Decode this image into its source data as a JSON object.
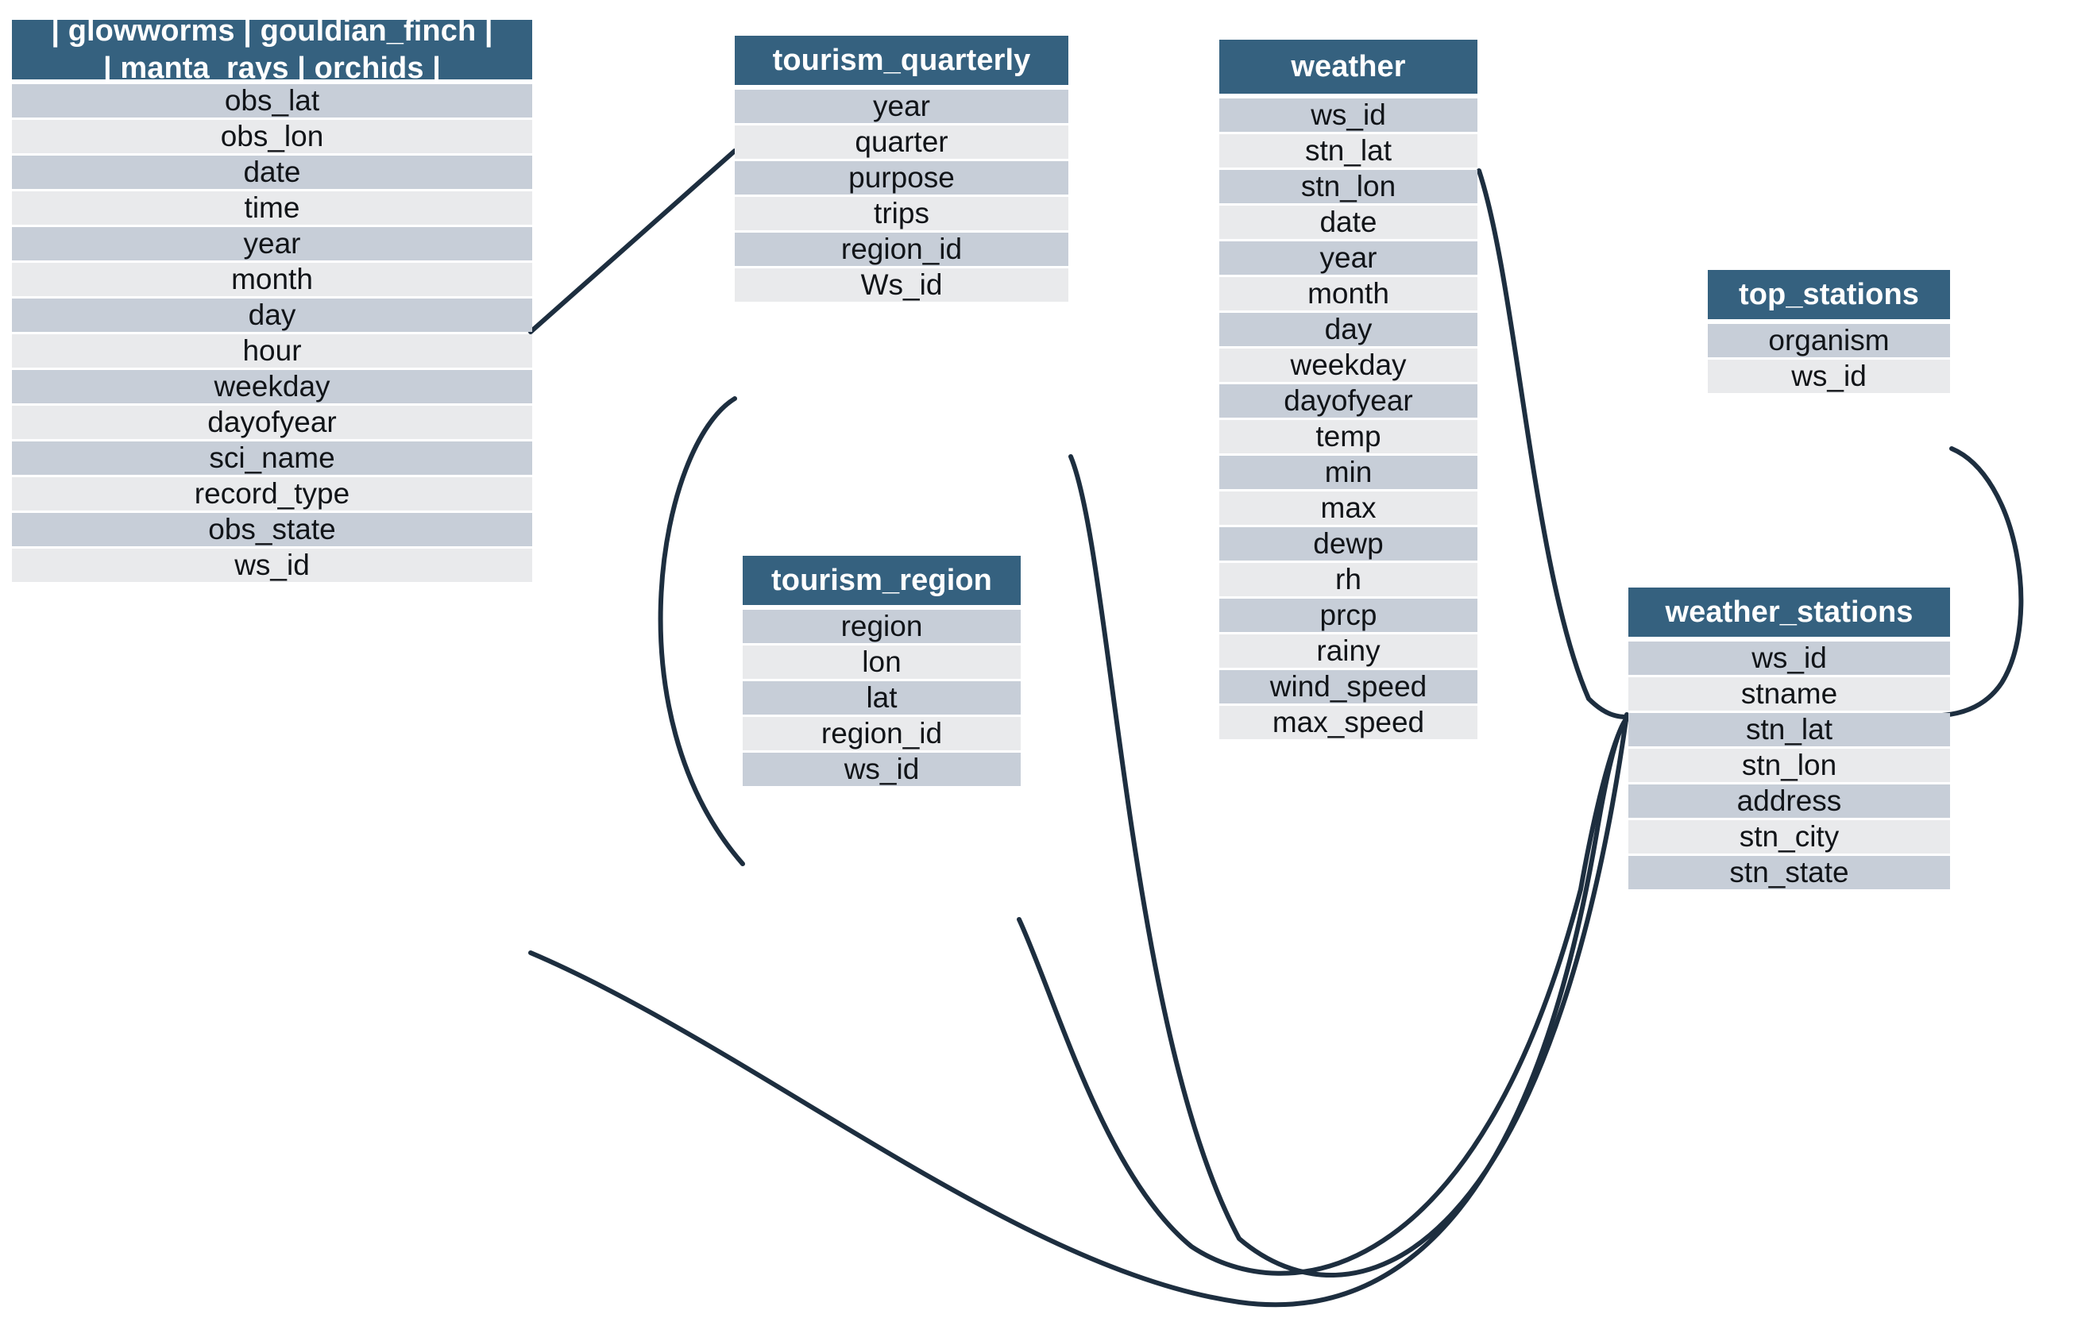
{
  "diagram": {
    "kind": "entity-relationship-diagram",
    "colors": {
      "header_bg": "#35617f",
      "header_text": "#ffffff",
      "row_odd_bg": "#c7ced8",
      "row_even_bg": "#e9eaec",
      "row_text": "#111418",
      "link_stroke": "#1d2e3f",
      "page_bg": "#ffffff"
    }
  },
  "tables": {
    "observations": {
      "title": "| glowworms | gouldian_finch | | manta_rays | orchids |",
      "title_line_1": "| glowworms | gouldian_finch |",
      "title_line_2": "| manta_rays | orchids |",
      "fields": [
        "obs_lat",
        "obs_lon",
        "date",
        "time",
        "year",
        "month",
        "day",
        "hour",
        "weekday",
        "dayofyear",
        "sci_name",
        "record_type",
        "obs_state",
        "ws_id"
      ]
    },
    "tourism_quarterly": {
      "title": "tourism_quarterly",
      "fields": [
        "year",
        "quarter",
        "purpose",
        "trips",
        "region_id",
        "Ws_id"
      ]
    },
    "tourism_region": {
      "title": "tourism_region",
      "fields": [
        "region",
        "lon",
        "lat",
        "region_id",
        "ws_id"
      ]
    },
    "weather": {
      "title": "weather",
      "fields": [
        "ws_id",
        "stn_lat",
        "stn_lon",
        "date",
        "year",
        "month",
        "day",
        "weekday",
        "dayofyear",
        "temp",
        "min",
        "max",
        "dewp",
        "rh",
        "prcp",
        "rainy",
        "wind_speed",
        "max_speed"
      ]
    },
    "top_stations": {
      "title": "top_stations",
      "fields": [
        "organism",
        "ws_id"
      ]
    },
    "weather_stations": {
      "title": "weather_stations",
      "fields": [
        "ws_id",
        "stname",
        "stn_lat",
        "stn_lon",
        "address",
        "stn_city",
        "stn_state"
      ]
    }
  },
  "relationships": [
    {
      "from": "observations.time",
      "to": "tourism_quarterly.year"
    },
    {
      "from": "tourism_quarterly.region_id",
      "to": "tourism_region.region_id"
    },
    {
      "from": "weather.ws_id",
      "to": "weather_stations.ws_id"
    },
    {
      "from": "top_stations.ws_id",
      "to": "weather_stations.ws_id"
    },
    {
      "from": "observations.ws_id",
      "to": "weather_stations.ws_id"
    },
    {
      "from": "tourism_quarterly.Ws_id",
      "to": "weather_stations.ws_id"
    },
    {
      "from": "tourism_region.ws_id",
      "to": "weather_stations.ws_id"
    }
  ]
}
